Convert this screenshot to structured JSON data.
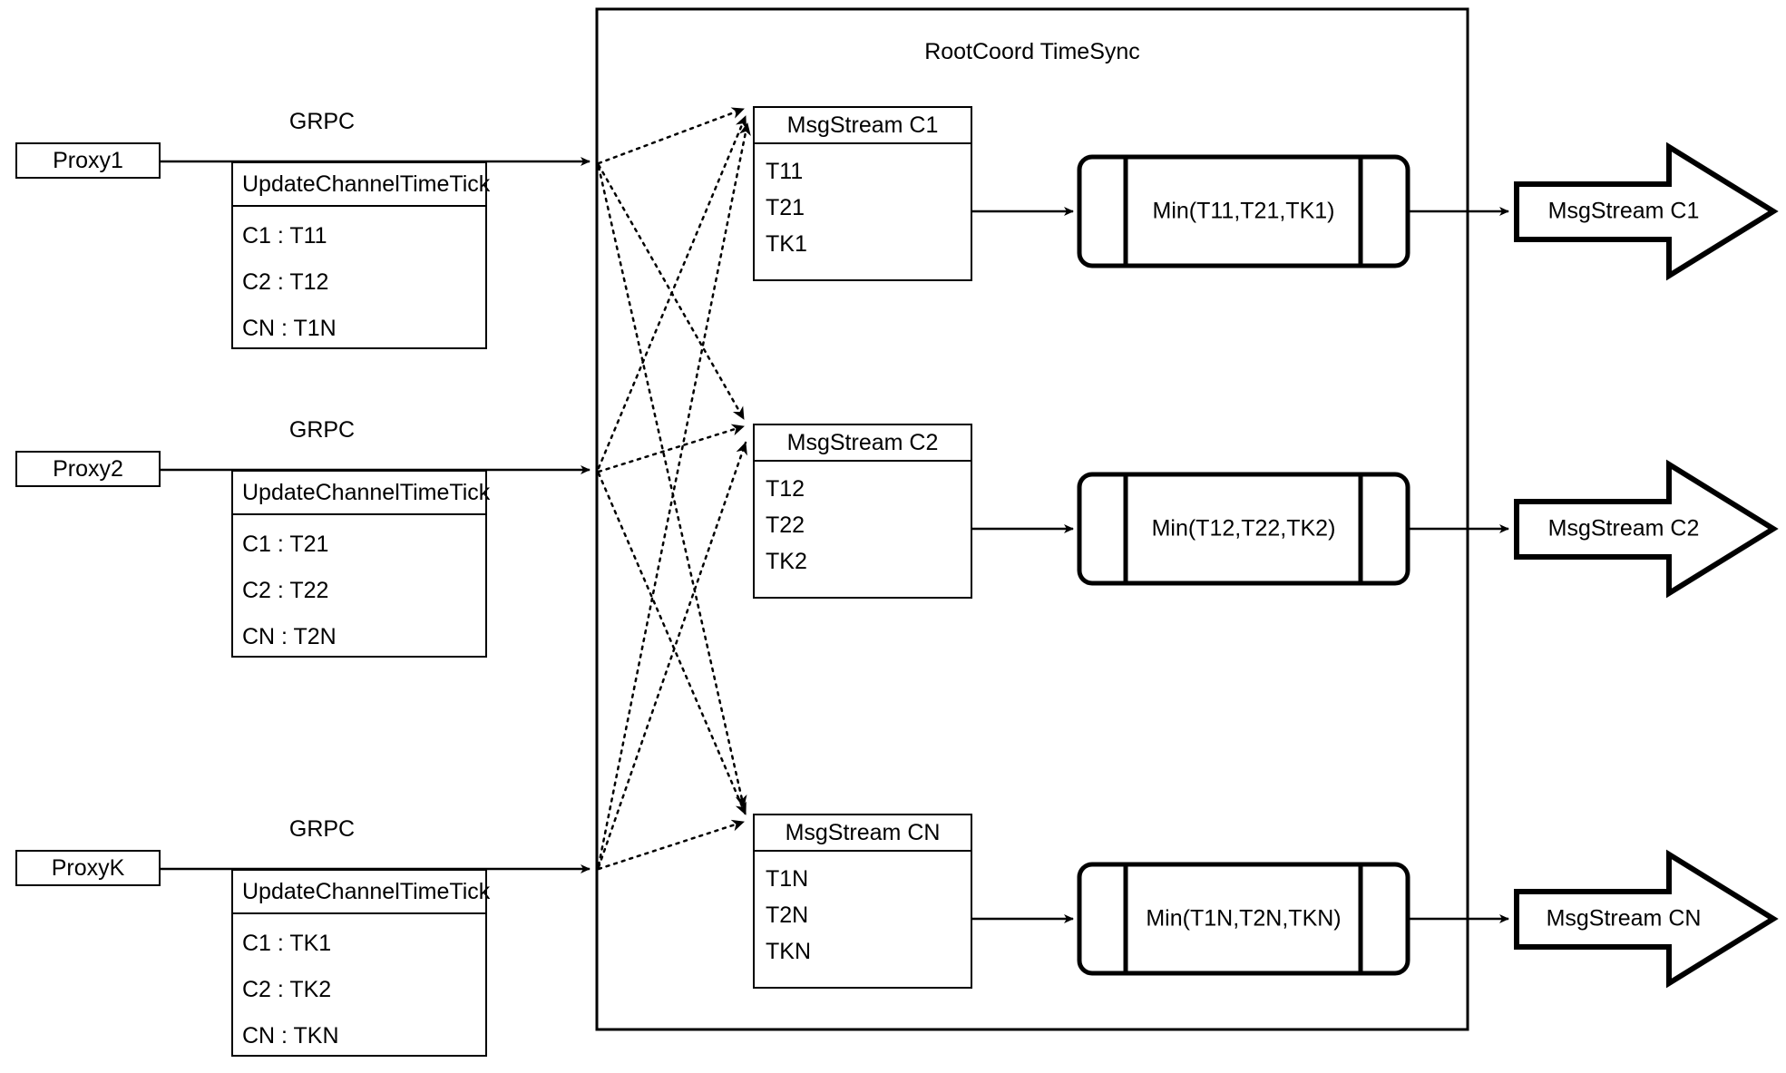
{
  "diagram": {
    "container_title": "RootCoord TimeSync",
    "link_label": "GRPC",
    "rpc_method": "UpdateChannelTimeTick"
  },
  "rows": [
    {
      "proxy": "Proxy1",
      "grpc": "GRPC",
      "rpc_method": "UpdateChannelTimeTick",
      "ticks": [
        "C1 :  T11",
        "C2 :  T12",
        "CN : T1N"
      ],
      "msgstream_title": "MsgStream C1",
      "msgstream_items": [
        "T11",
        "T21",
        "TK1"
      ],
      "min_label": "Min(T11,T21,TK1)",
      "output_label": "MsgStream C1"
    },
    {
      "proxy": "Proxy2",
      "grpc": "GRPC",
      "rpc_method": "UpdateChannelTimeTick",
      "ticks": [
        "C1 :  T21",
        "C2 :  T22",
        "CN : T2N"
      ],
      "msgstream_title": "MsgStream C2",
      "msgstream_items": [
        "T12",
        "T22",
        "TK2"
      ],
      "min_label": "Min(T12,T22,TK2)",
      "output_label": "MsgStream C2"
    },
    {
      "proxy": "ProxyK",
      "grpc": "GRPC",
      "rpc_method": "UpdateChannelTimeTick",
      "ticks": [
        "C1 :  TK1",
        "C2 :  TK2",
        "CN : TKN"
      ],
      "msgstream_title": "MsgStream CN",
      "msgstream_items": [
        "T1N",
        "T2N",
        "TKN"
      ],
      "min_label": "Min(T1N,T2N,TKN)",
      "output_label": "MsgStream CN"
    }
  ],
  "colors": {
    "stroke": "#000000",
    "fill": "#ffffff"
  }
}
